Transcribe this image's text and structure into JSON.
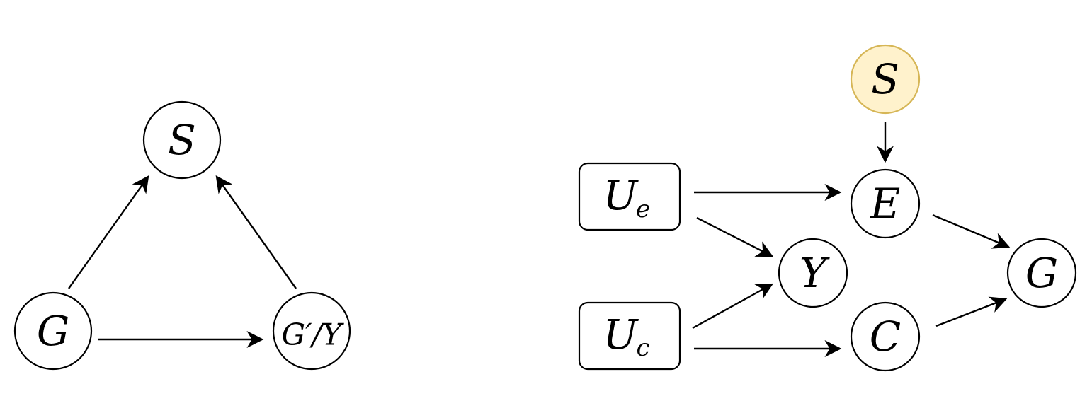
{
  "left_diagram": {
    "nodes": {
      "S": "S",
      "G": "G",
      "GY": "G′/Y"
    }
  },
  "right_diagram": {
    "nodes": {
      "S": "S",
      "Ue_main": "U",
      "Ue_sub": "e",
      "Uc_main": "U",
      "Uc_sub": "c",
      "E": "E",
      "Y": "Y",
      "C": "C",
      "G": "G"
    },
    "colors": {
      "highlight_fill": "#fff2cc",
      "highlight_stroke": "#d6b656"
    }
  }
}
